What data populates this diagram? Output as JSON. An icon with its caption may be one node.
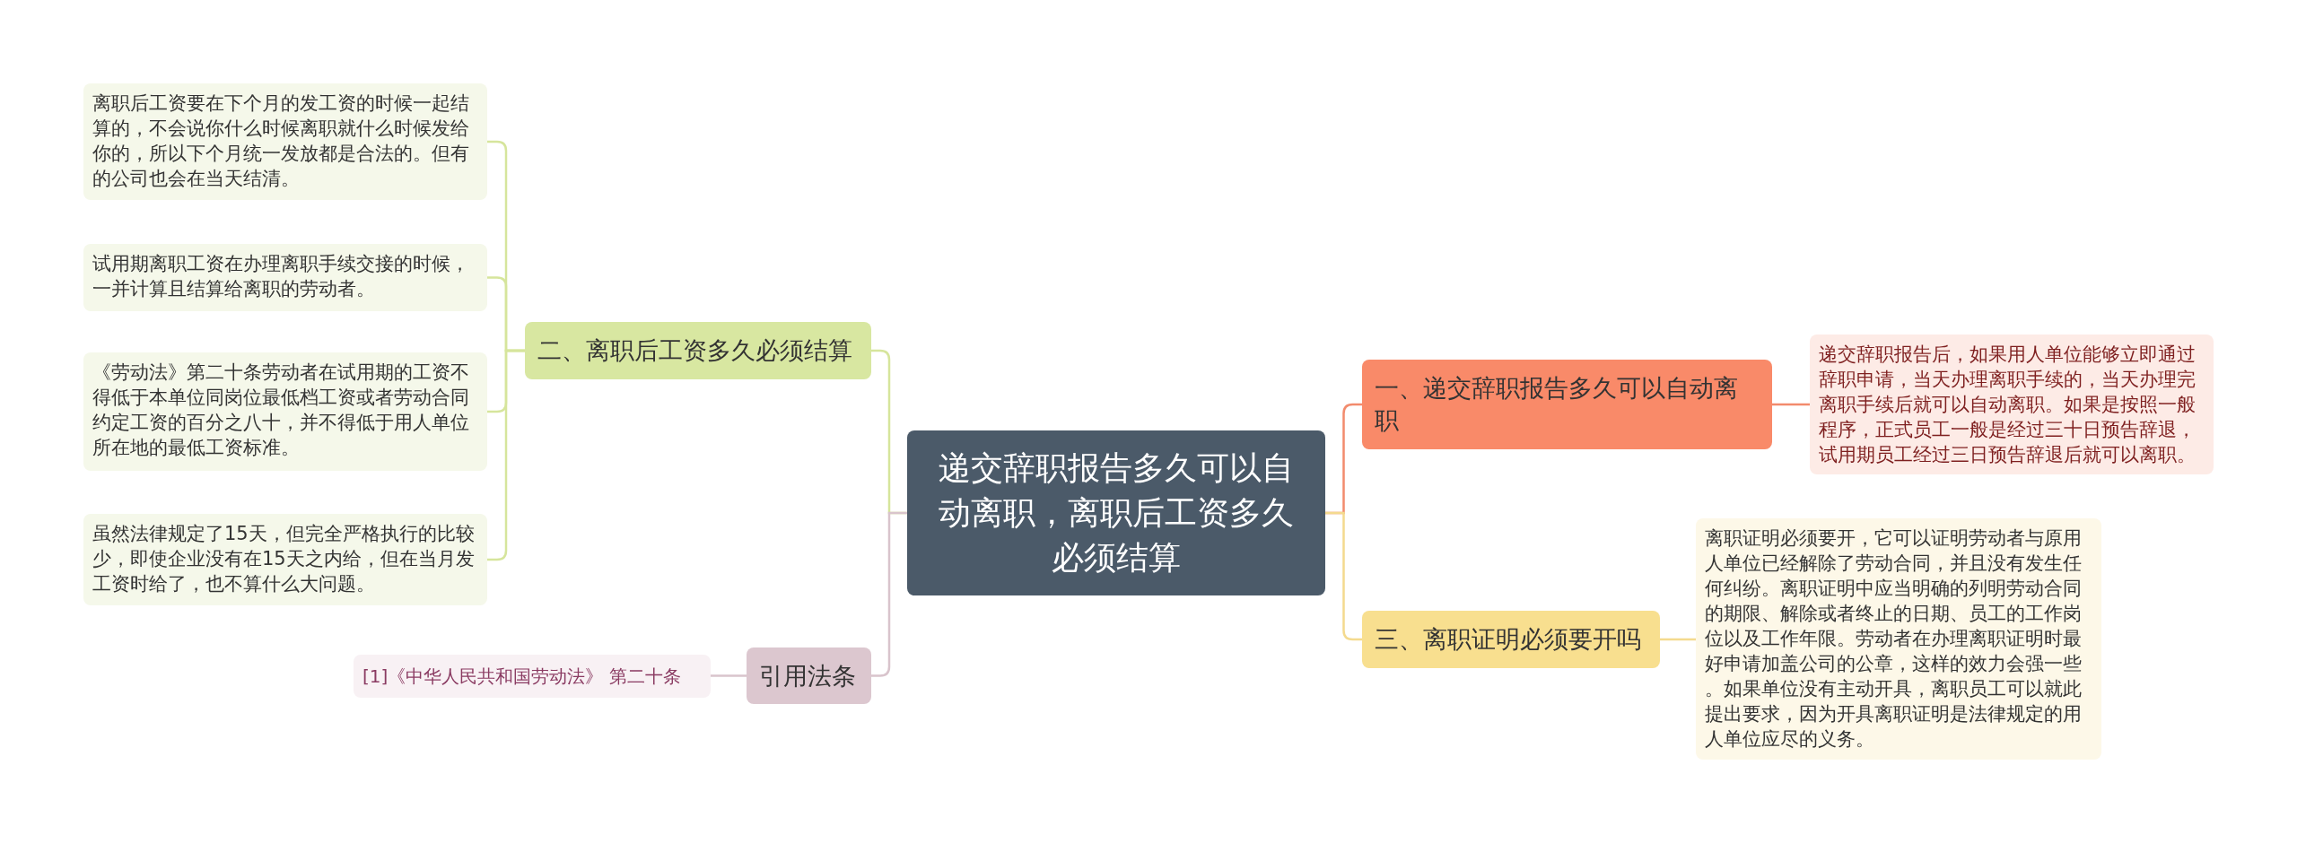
{
  "diagram": {
    "nodes": [
      {
        "text": [
          "递交辞职报告多久可以自动离职，离职后工资多久必须结算"
        ]
      },
      {
        "text": [
          "二、离职后工资多久必须结算"
        ]
      },
      {
        "text": [
          "离职后工资要在下个月的发工资的时候一起结算的，不会说你什么时候离职就什么时候发给你的，所以下个月统一发放都是合法的。但有的公司也会在当天结清。"
        ]
      },
      {
        "text": [
          "试用期离职工资在办理离职手续交接的时候，一并计算且结算给离职的劳动者。"
        ]
      },
      {
        "text": [
          "《劳动法》第二十条劳动者在试用期的工资不得低于本单位同岗位最低档工资或者劳动合同约定工资的百分之八十，并不得低于用人单位所在地的最低工资标准。"
        ]
      },
      {
        "text": [
          "虽然法律规定了15天，但完全严格执行的比较少，即使企业没有在15天之内给，但在当月发工资时给了，也不算什么大问题。"
        ]
      },
      {
        "text": [
          "引用法条"
        ]
      },
      {
        "text": [
          "[1]《中华人民共和国劳动法》 第二十条"
        ]
      },
      {
        "text": [
          "一、递交辞职报告多久可以自动离职"
        ]
      },
      {
        "text": [
          "递交辞职报告后，如果用人单位能够立即通过辞职申请，当天办理离职手续的，当天办理完离职手续后就可以自动离职。如果是按照一般程序，正式员工一般是经过三十日预告辞退，试用期员工经过三日预告辞退后就可以离职。"
        ]
      },
      {
        "text": [
          "三、离职证明必须要开吗"
        ]
      },
      {
        "text": [
          "离职证明必须要开，它可以证明劳动者与原用人单位已经解除了劳动合同，并且没有发生任何纠纷。离职证明中应当明确的列明劳动合同的期限、解除或者终止的日期、员工的工作岗位以及工作年限。劳动者在办理离职证明时最好申请加盖公司的公章，这样的效力会强一些。如果单位没有主动开具，离职员工可以就此提出要求，因为开具离职证明是法律规定的用人单位应尽的义务。"
        ]
      }
    ],
    "edges": [
      {
        "from": 0,
        "to": 1,
        "arrow": "none"
      },
      {
        "from": 1,
        "to": 2,
        "arrow": "none"
      },
      {
        "from": 1,
        "to": 3,
        "arrow": "none"
      },
      {
        "from": 1,
        "to": 4,
        "arrow": "none"
      },
      {
        "from": 1,
        "to": 5,
        "arrow": "none"
      },
      {
        "from": 0,
        "to": 6,
        "arrow": "none",
        "color": "#d9c4cc"
      },
      {
        "from": 6,
        "to": 7,
        "arrow": "none",
        "color": "#d9c4cc"
      },
      {
        "from": 0,
        "to": 8,
        "arrow": "none",
        "color": "#f28b6d"
      },
      {
        "from": 8,
        "to": 9,
        "arrow": "none",
        "color": "#f28b6d"
      },
      {
        "from": 0,
        "to": 10,
        "arrow": "none",
        "color": "#f4da8e"
      },
      {
        "from": 10,
        "to": 11,
        "arrow": "none",
        "color": "#f4da8e"
      }
    ]
  }
}
